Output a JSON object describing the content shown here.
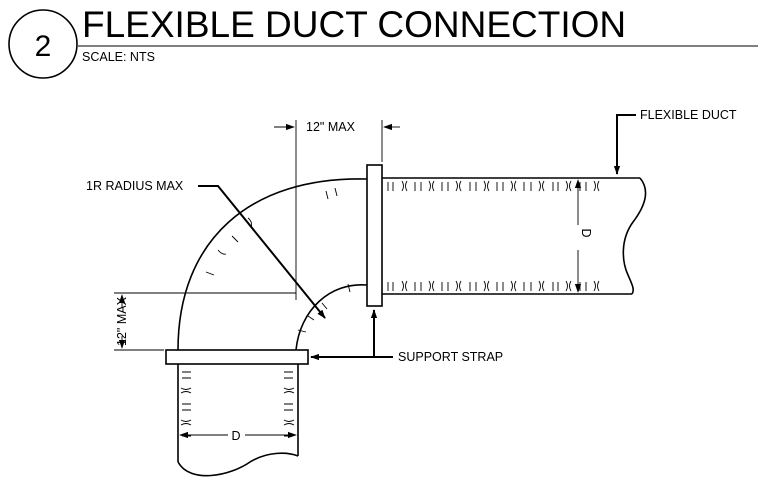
{
  "header": {
    "detail_number": "2",
    "title": "FLEXIBLE DUCT CONNECTION",
    "scale": "SCALE: NTS"
  },
  "labels": {
    "flexible_duct": "FLEXIBLE DUCT",
    "radius": "1R RADIUS MAX",
    "top_dim": "12\" MAX",
    "left_dim": "12\" MAX",
    "support_strap": "SUPPORT STRAP",
    "diameter_right": "D",
    "diameter_bottom": "D"
  }
}
